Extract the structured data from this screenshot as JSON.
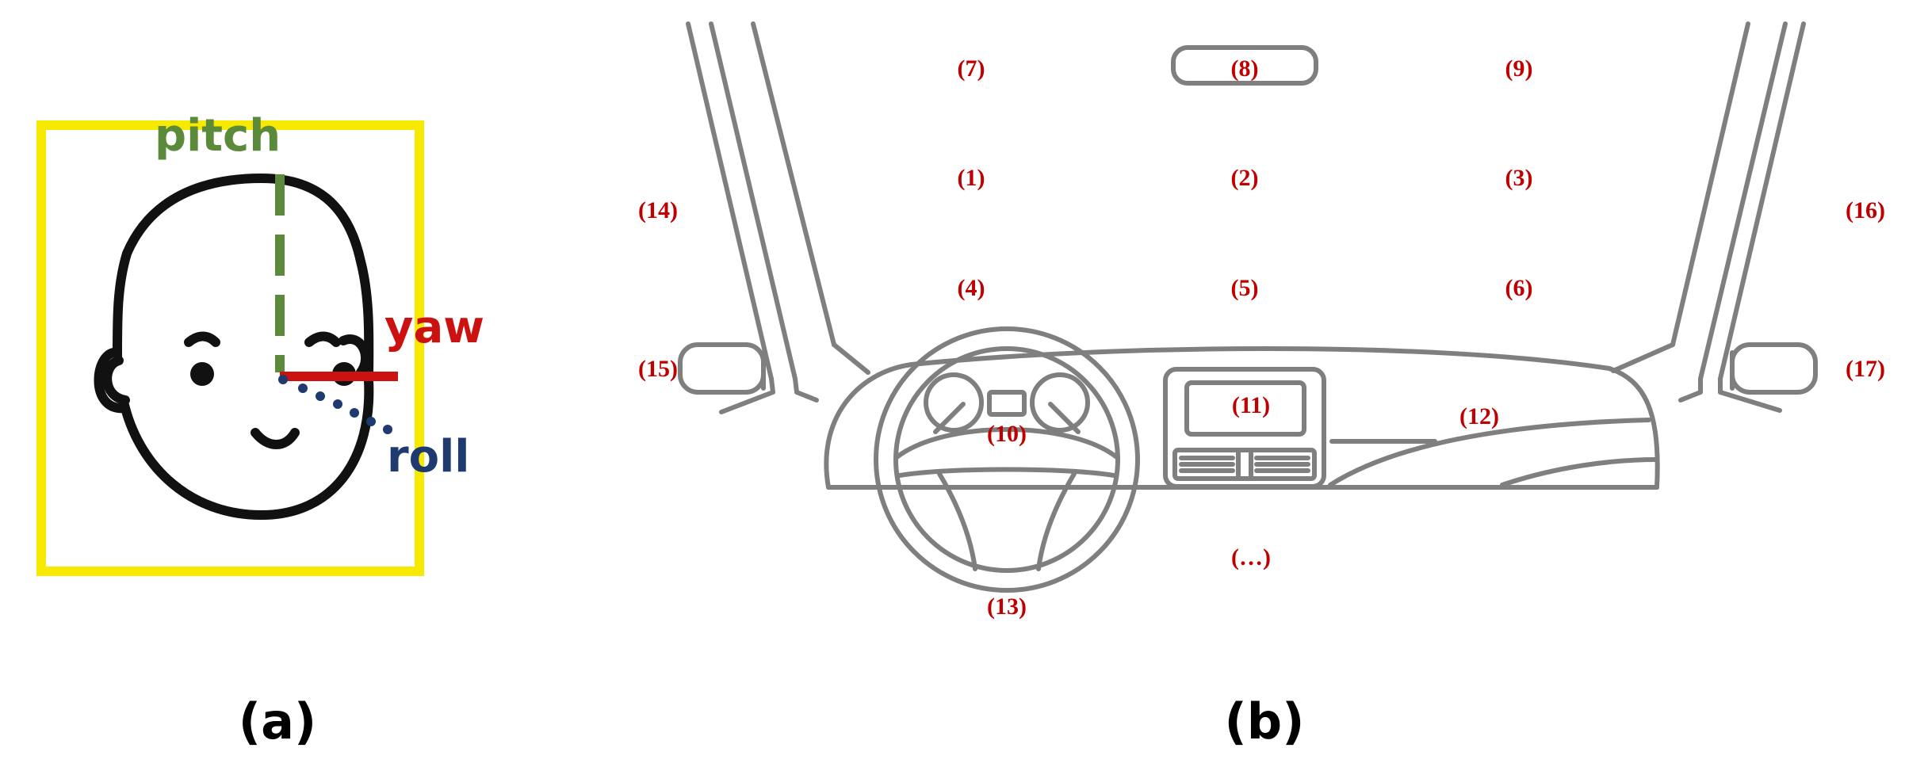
{
  "panel_a": {
    "caption": "(a)",
    "pitch_label": "pitch",
    "yaw_label": "yaw",
    "roll_label": "roll",
    "colors": {
      "box": "#f7ea00",
      "pitch": "#5a8a3a",
      "yaw": "#cc1111",
      "roll": "#1f3a6e",
      "face": "#111111"
    }
  },
  "panel_b": {
    "caption": "(b)",
    "label_color": "#c00000",
    "line_color": "#7f7f7f",
    "regions": {
      "r1": "(1)",
      "r2": "(2)",
      "r3": "(3)",
      "r4": "(4)",
      "r5": "(5)",
      "r6": "(6)",
      "r7": "(7)",
      "r8": "(8)",
      "r9": "(9)",
      "r10": "(10)",
      "r11": "(11)",
      "r12": "(12)",
      "r13": "(13)",
      "r14": "(14)",
      "r15": "(15)",
      "r16": "(16)",
      "r17": "(17)",
      "more": "(…)"
    }
  }
}
